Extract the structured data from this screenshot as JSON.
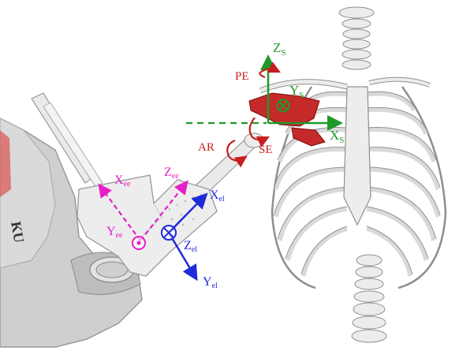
{
  "colors": {
    "background": "#ffffff",
    "scapula_frame": "#1f9a2a",
    "rotation_arrows": "#c81e1e",
    "end_effector_frame": "#e51ec8",
    "elbow_frame": "#1f2ad8",
    "bone": "#e8e8e8",
    "robot": "#c9c9c9",
    "brace": "#ececec"
  },
  "robot": {
    "brand_text": "KU"
  },
  "scapula_frame": {
    "z_label": "Z",
    "z_sub": "S",
    "y_label": "Y",
    "y_sub": "S",
    "x_label": "X",
    "x_sub": "S",
    "y_axis_direction": "into-page"
  },
  "rotations": {
    "pe_label": "PE",
    "se_label": "SE",
    "ar_label": "AR"
  },
  "end_effector_frame": {
    "x_label": "X",
    "x_sub": "ee",
    "z_label": "Z",
    "z_sub": "ee",
    "y_label": "Y",
    "y_sub": "ee",
    "y_axis_direction": "out-of-page"
  },
  "elbow_frame": {
    "x_label": "X",
    "x_sub": "el",
    "z_label": "Z",
    "z_sub": "el",
    "y_label": "Y",
    "y_sub": "el",
    "z_axis_direction": "into-page"
  }
}
